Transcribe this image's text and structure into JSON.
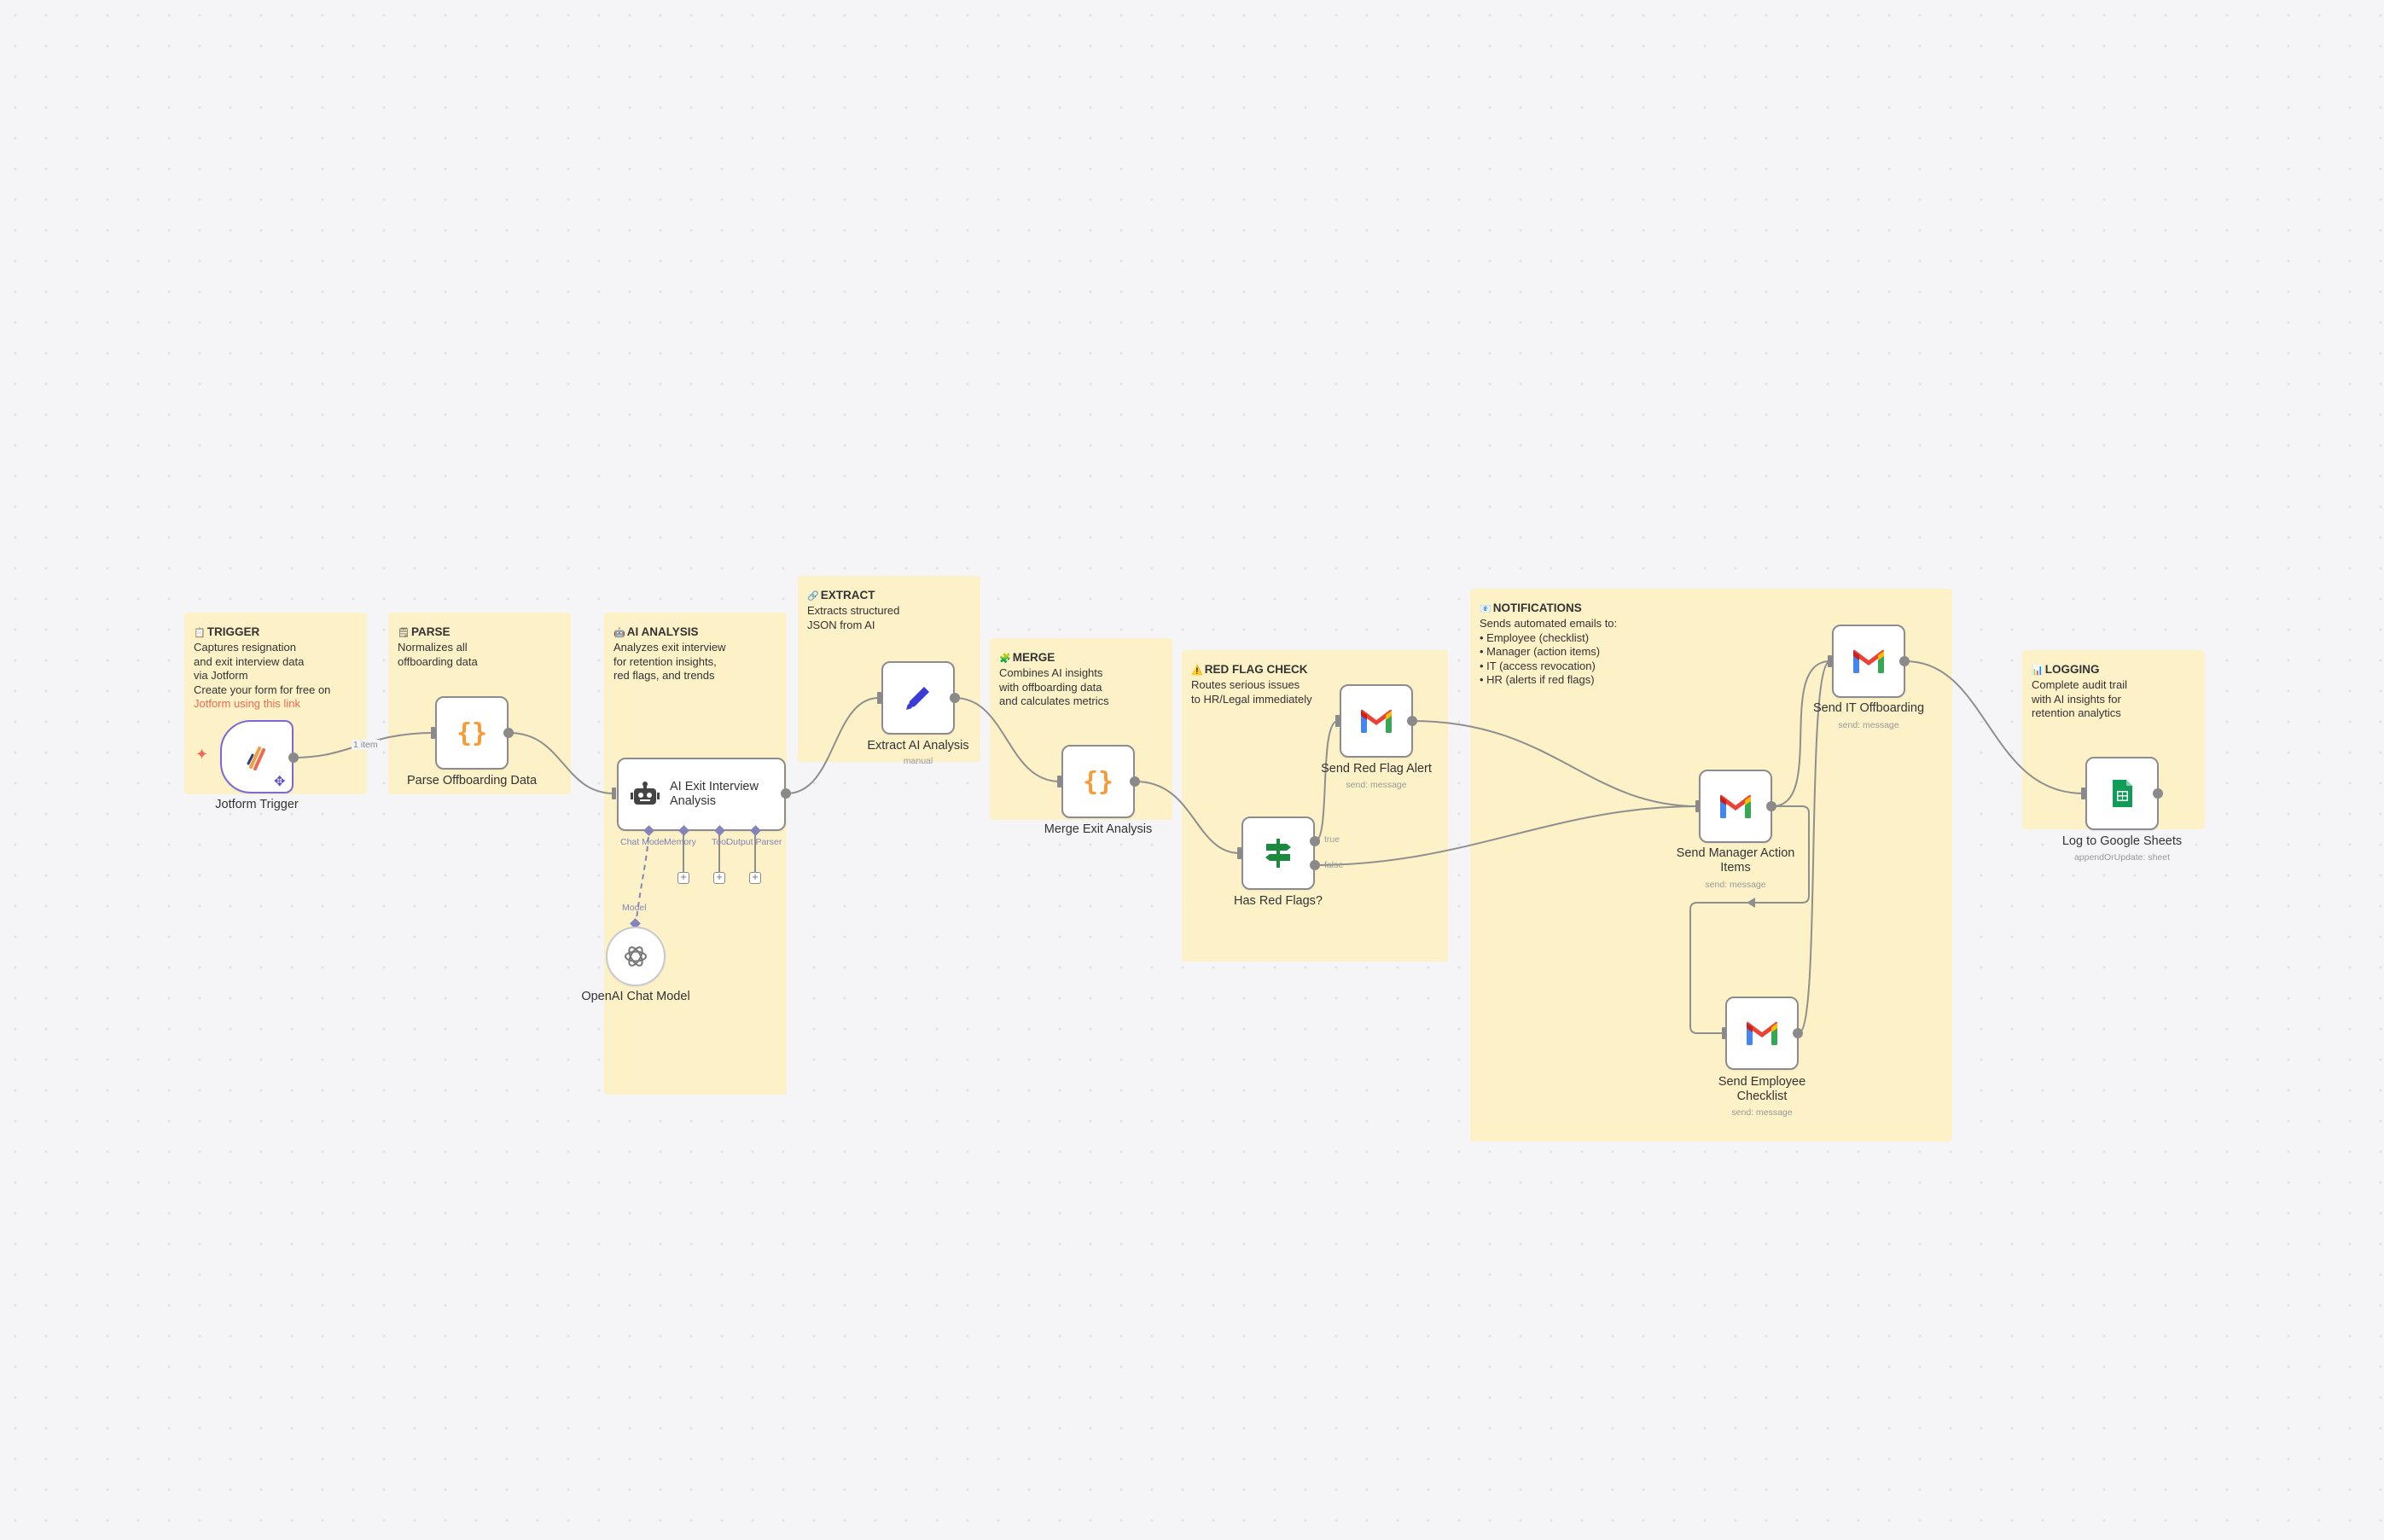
{
  "notes": {
    "trigger": {
      "emoji": "📋",
      "title": "TRIGGER",
      "body": "Captures resignation\nand exit interview data\nvia Jotform\nCreate your form for free on",
      "link": "Jotform using this link"
    },
    "parse": {
      "emoji": "🗒",
      "title": "PARSE",
      "body": "Normalizes all\noffboarding data"
    },
    "ai": {
      "emoji": "🤖",
      "title": "AI ANALYSIS",
      "body": "Analyzes exit interview\nfor retention insights,\nred flags, and trends"
    },
    "extract": {
      "emoji": "🔗",
      "title": "EXTRACT",
      "body": "Extracts structured\nJSON from AI"
    },
    "merge": {
      "emoji": "🧩",
      "title": "MERGE",
      "body": "Combines AI insights\nwith offboarding data\nand calculates metrics"
    },
    "redflag": {
      "emoji": "⚠️",
      "title": "RED FLAG CHECK",
      "body": "Routes serious issues\nto HR/Legal immediately"
    },
    "notifications": {
      "emoji": "📧",
      "title": "NOTIFICATIONS",
      "body": "Sends automated emails to:\n• Employee (checklist)\n• Manager (action items)\n• IT (access revocation)\n• HR (alerts if red flags)"
    },
    "logging": {
      "emoji": "📊",
      "title": "LOGGING",
      "body": "Complete audit trail\nwith AI insights for\nretention analytics"
    }
  },
  "nodes": {
    "jotform": {
      "label": "Jotform Trigger",
      "icon": "jotform-icon"
    },
    "parse": {
      "label": "Parse Offboarding Data",
      "icon": "code-braces-icon"
    },
    "ai_agent": {
      "label": "AI Exit Interview Analysis",
      "icon": "robot-icon"
    },
    "openai": {
      "label": "OpenAI Chat Model",
      "icon": "openai-icon"
    },
    "extract": {
      "label": "Extract AI Analysis",
      "subtitle": "manual",
      "icon": "pencil-icon"
    },
    "merge": {
      "label": "Merge Exit Analysis",
      "icon": "code-braces-icon"
    },
    "has_red_flags": {
      "label": "Has Red Flags?",
      "icon": "signpost-icon",
      "true_label": "true",
      "false_label": "false"
    },
    "red_flag_alert": {
      "label": "Send Red Flag Alert",
      "subtitle": "send: message",
      "icon": "gmail-icon"
    },
    "it_offboarding": {
      "label": "Send IT Offboarding",
      "subtitle": "send: message",
      "icon": "gmail-icon"
    },
    "manager_action": {
      "label": "Send Manager Action Items",
      "subtitle": "send: message",
      "icon": "gmail-icon"
    },
    "employee_checklist": {
      "label": "Send Employee Checklist",
      "subtitle": "send: message",
      "icon": "gmail-icon"
    },
    "sheets": {
      "label": "Log to Google Sheets",
      "subtitle": "appendOrUpdate: sheet",
      "icon": "google-sheets-icon"
    }
  },
  "agent_inputs": {
    "chat_model": "Chat Model",
    "memory": "Memory",
    "tool": "Tool",
    "output_parser": "Output Parser",
    "model": "Model"
  },
  "edge_labels": {
    "trigger_to_parse": "1 item"
  },
  "colors": {
    "sticky": "#fdf1c8",
    "node_border": "#8c8c8f",
    "trigger_border": "#7d69d6",
    "accent": "#ef6a52",
    "subnode": "#8484b8"
  }
}
